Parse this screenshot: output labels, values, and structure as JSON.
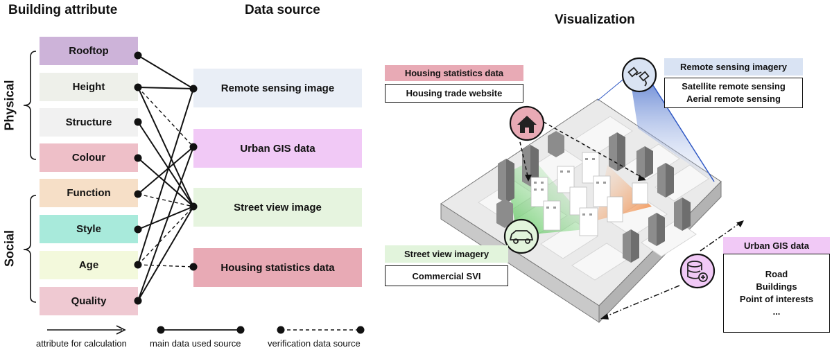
{
  "headers": {
    "attribute": "Building attribute",
    "source": "Data source",
    "visualization": "Visualization"
  },
  "groups": {
    "physical": "Physical",
    "social": "Social"
  },
  "attributes": [
    {
      "label": "Rooftop",
      "color": "#cdb3d9"
    },
    {
      "label": "Height",
      "color": "#eef0ea"
    },
    {
      "label": "Structure",
      "color": "#f1f1f1"
    },
    {
      "label": "Colour",
      "color": "#eebfc8"
    },
    {
      "label": "Function",
      "color": "#f6dfc7"
    },
    {
      "label": "Style",
      "color": "#a8eadb"
    },
    {
      "label": "Age",
      "color": "#f3f9dc"
    },
    {
      "label": "Quality",
      "color": "#efc9d2"
    }
  ],
  "sources": [
    {
      "label": "Remote sensing image",
      "color": "#e9eef6"
    },
    {
      "label": "Urban GIS data",
      "color": "#f1c9f6"
    },
    {
      "label": "Street view image",
      "color": "#e6f4df"
    },
    {
      "label": "Housing statistics data",
      "color": "#e8aab5"
    }
  ],
  "legend": {
    "calc": "attribute for calculation",
    "main": "main data used source",
    "verify": "verification data source"
  },
  "viz": {
    "housing_title": "Housing statistics data",
    "housing_item": "Housing trade website",
    "remote_title": "Remote sensing imagery",
    "remote_items": [
      "Satellite remote sensing",
      "Aerial remote sensing"
    ],
    "street_title": "Street view imagery",
    "street_item": "Commercial SVI",
    "gis_title": "Urban GIS data",
    "gis_items": [
      "Road",
      "Buildings",
      "Point of interests",
      "..."
    ]
  },
  "colors": {
    "housing": "#e8aab5",
    "remote": "#d9e3f3",
    "street": "#e2f4dc",
    "gis": "#f1c9f6"
  }
}
